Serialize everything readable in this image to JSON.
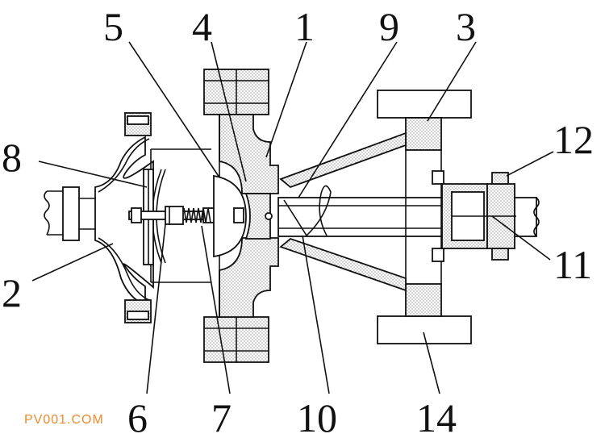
{
  "labels": {
    "l1": "1",
    "l2": "2",
    "l3": "3",
    "l4": "4",
    "l5": "5",
    "l6": "6",
    "l7": "7",
    "l8": "8",
    "l9": "9",
    "l10": "10",
    "l11": "11",
    "l12": "12",
    "l14": "14"
  },
  "watermark": "PV001.COM",
  "colors": {
    "ink": "#111111",
    "watermark": "#f08a2a"
  }
}
